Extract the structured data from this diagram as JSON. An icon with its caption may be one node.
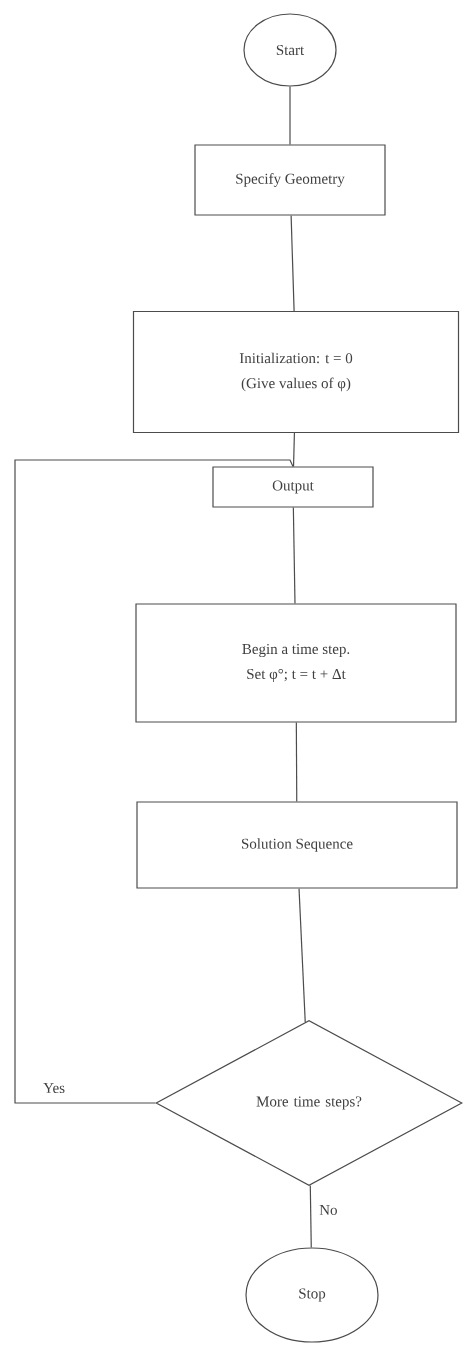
{
  "diagram": {
    "nodes": [
      {
        "text": [
          "Start"
        ]
      },
      {
        "text": [
          "Specify Geometry"
        ]
      },
      {
        "text": [
          "Initialization: t = 0",
          "(Give values of φ)"
        ]
      },
      {
        "text": [
          "Output"
        ]
      },
      {
        "text": [
          "Begin a time step.",
          "Set φ°; t = t + Δt"
        ]
      },
      {
        "text": [
          "Solution Sequence"
        ]
      },
      {
        "text": [
          "More time steps?"
        ]
      },
      {
        "text": [
          "Stop"
        ]
      }
    ],
    "edges": [
      {
        "from": 0,
        "to": 1,
        "arrow": "none"
      },
      {
        "from": 1,
        "to": 2,
        "arrow": "none"
      },
      {
        "from": 2,
        "to": 3,
        "arrow": "none"
      },
      {
        "from": 3,
        "to": 4,
        "arrow": "none"
      },
      {
        "from": 4,
        "to": 5,
        "arrow": "none"
      },
      {
        "from": 5,
        "to": 6,
        "arrow": "none"
      },
      {
        "from": 6,
        "to": 3,
        "arrow": "none",
        "label": "Yes"
      },
      {
        "from": 6,
        "to": 7,
        "arrow": "none",
        "label": "No"
      }
    ]
  }
}
